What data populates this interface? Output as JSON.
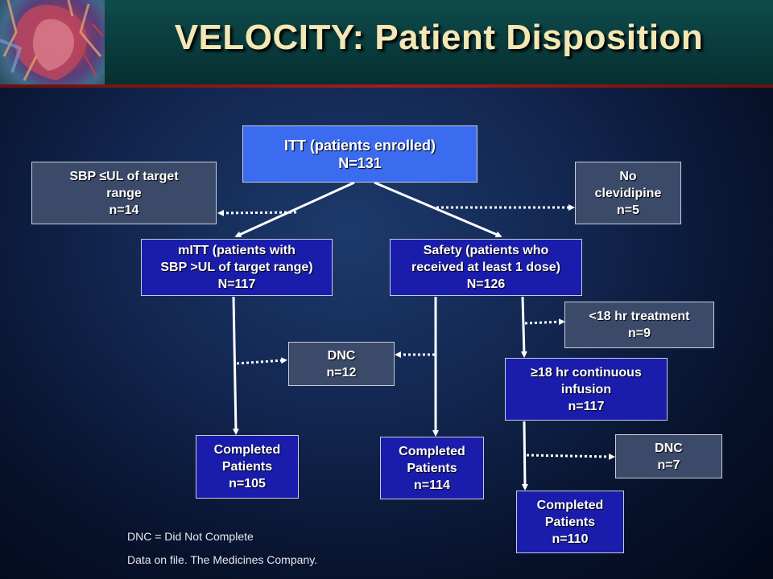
{
  "title": "VELOCITY: Patient Disposition",
  "nodes": {
    "itt": {
      "line1": "ITT (patients enrolled)",
      "line2": "N=131"
    },
    "sbp": {
      "line1": "SBP ≤UL of target",
      "line2": "range",
      "line3": "n=14"
    },
    "no_clevidipine": {
      "line1": "No",
      "line2": "clevidipine",
      "line3": "n=5"
    },
    "mitt": {
      "line1": "mITT (patients with",
      "line2": "SBP >UL of target range)",
      "line3": "N=117"
    },
    "safety": {
      "line1": "Safety (patients who",
      "line2": "received at least 1 dose)",
      "line3": "N=126"
    },
    "lt18": {
      "line1": "<18 hr treatment",
      "line2": "n=9"
    },
    "dnc_12": {
      "line1": "DNC",
      "line2": "n=12"
    },
    "ge18": {
      "line1": "≥18 hr continuous",
      "line2": "infusion",
      "line3": "n=117"
    },
    "completed_105": {
      "line1": "Completed",
      "line2": "Patients",
      "line3": "n=105"
    },
    "completed_114": {
      "line1": "Completed",
      "line2": "Patients",
      "line3": "n=114"
    },
    "dnc_7": {
      "line1": "DNC",
      "line2": "n=7"
    },
    "completed_110": {
      "line1": "Completed",
      "line2": "Patients",
      "line3": "n=110"
    }
  },
  "footnotes": {
    "dnc_definition": "DNC = Did Not Complete",
    "source": "Data on file. The Medicines Company."
  },
  "colors": {
    "title": "#f3e7b4",
    "box_blue": "#1a1dab",
    "box_bright_blue": "#3b6cf0",
    "box_gray": "#3c4a6a",
    "header_rule": "#a41d1d"
  }
}
